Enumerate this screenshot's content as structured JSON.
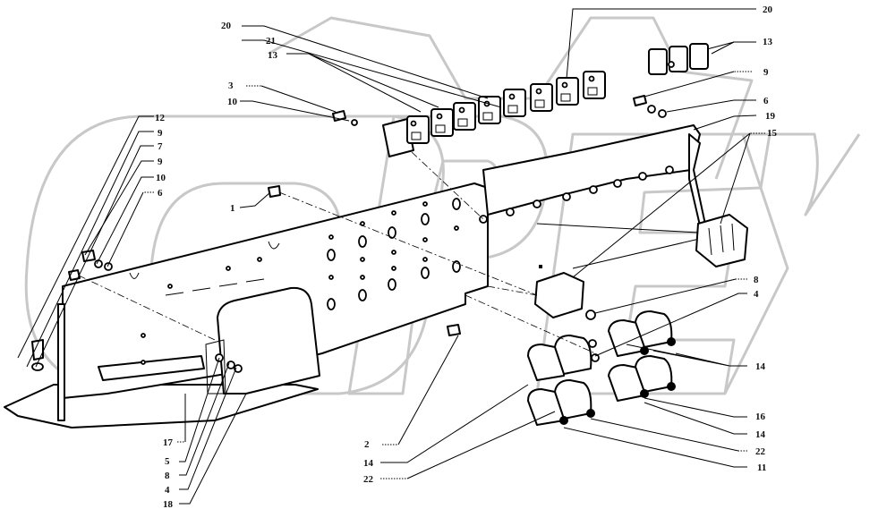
{
  "diagram": {
    "title": "Relay and fuse mounting panel — exploded parts diagram",
    "watermark": "OPEX",
    "callouts": [
      {
        "id": "c20a",
        "label": "20"
      },
      {
        "id": "c21",
        "label": "21"
      },
      {
        "id": "c13a",
        "label": "13"
      },
      {
        "id": "c3",
        "label": "3"
      },
      {
        "id": "c10a",
        "label": "10"
      },
      {
        "id": "c20b",
        "label": "20"
      },
      {
        "id": "c13b",
        "label": "13"
      },
      {
        "id": "c9a",
        "label": "9"
      },
      {
        "id": "c6a",
        "label": "6"
      },
      {
        "id": "c19",
        "label": "19"
      },
      {
        "id": "c15",
        "label": "15"
      },
      {
        "id": "c12",
        "label": "12"
      },
      {
        "id": "c9b",
        "label": "9"
      },
      {
        "id": "c7",
        "label": "7"
      },
      {
        "id": "c9c",
        "label": "9"
      },
      {
        "id": "c10b",
        "label": "10"
      },
      {
        "id": "c6b",
        "label": "6"
      },
      {
        "id": "c1",
        "label": "1"
      },
      {
        "id": "c8a",
        "label": "8"
      },
      {
        "id": "c4a",
        "label": "4"
      },
      {
        "id": "c14a",
        "label": "14"
      },
      {
        "id": "c16",
        "label": "16"
      },
      {
        "id": "c14b",
        "label": "14"
      },
      {
        "id": "c22a",
        "label": "22"
      },
      {
        "id": "c11",
        "label": "11"
      },
      {
        "id": "c2",
        "label": "2"
      },
      {
        "id": "c14c",
        "label": "14"
      },
      {
        "id": "c22b",
        "label": "22"
      },
      {
        "id": "c17",
        "label": "17"
      },
      {
        "id": "c5",
        "label": "5"
      },
      {
        "id": "c8b",
        "label": "8"
      },
      {
        "id": "c4b",
        "label": "4"
      },
      {
        "id": "c18",
        "label": "18"
      }
    ]
  }
}
